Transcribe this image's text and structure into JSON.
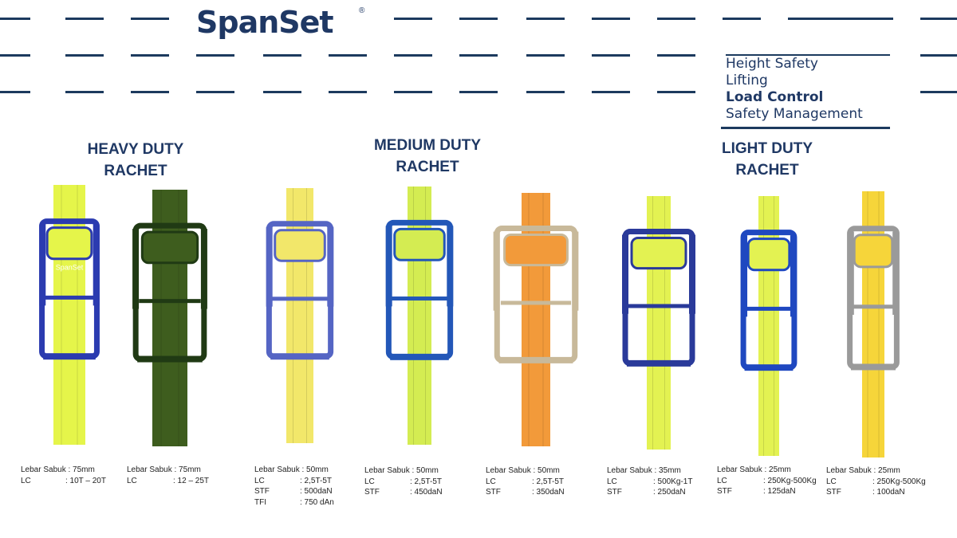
{
  "brand": {
    "name": "SpanSet",
    "registered": "®"
  },
  "nav": [
    "Height Safety",
    "Lifting",
    "Load Control",
    "Safety Management"
  ],
  "nav_active": "Load Control",
  "headings": [
    {
      "line1": "HEAVY DUTY",
      "line2": "RACHET"
    },
    {
      "line1": "MEDIUM DUTY",
      "line2": "RACHET"
    },
    {
      "line1": "LIGHT DUTY",
      "line2": "RACHET"
    }
  ],
  "products": [
    {
      "strap_color": "#e5f54a",
      "handle_color": "#2b3bb0",
      "brand_mark": "SpanSet",
      "specs": [
        {
          "label": "Lebar Sabuk : 75mm",
          "value": ""
        },
        {
          "label": "LC",
          "value": ": 10T – 20T"
        }
      ]
    },
    {
      "strap_color": "#3e5d1e",
      "handle_color": "#203a14",
      "specs": [
        {
          "label": "Lebar Sabuk : 75mm",
          "value": ""
        },
        {
          "label": "LC",
          "value": ": 12 – 25T"
        }
      ]
    },
    {
      "strap_color": "#f2e76a",
      "handle_color": "#5565c4",
      "specs": [
        {
          "label": "Lebar Sabuk : 50mm",
          "value": ""
        },
        {
          "label": "LC",
          "value": ": 2,5T-5T"
        },
        {
          "label": "STF",
          "value": ":  500daN"
        },
        {
          "label": "TFI",
          "value": ": 750 dAn"
        }
      ]
    },
    {
      "strap_color": "#d4ec52",
      "handle_color": "#2357b8",
      "specs": [
        {
          "label": "Lebar Sabuk : 50mm",
          "value": ""
        },
        {
          "label": "LC",
          "value": ": 2,5T-5T"
        },
        {
          "label": "STF",
          "value": ":  450daN"
        }
      ]
    },
    {
      "strap_color": "#f29a3a",
      "handle_color": "#c8b99a",
      "specs": [
        {
          "label": "Lebar Sabuk : 50mm",
          "value": ""
        },
        {
          "label": "LC",
          "value": ": 2,5T-5T"
        },
        {
          "label": "STF",
          "value": ":  350daN"
        }
      ]
    },
    {
      "strap_color": "#e3f252",
      "handle_color": "#2a3a9a",
      "specs": [
        {
          "label": "Lebar Sabuk : 35mm",
          "value": ""
        },
        {
          "label": "LC",
          "value": ": 500Kg-1T"
        },
        {
          "label": "STF",
          "value": ":  250daN"
        }
      ]
    },
    {
      "strap_color": "#e3f252",
      "handle_color": "#1f48c0",
      "specs": [
        {
          "label": "Lebar Sabuk : 25mm",
          "value": ""
        },
        {
          "label": "LC",
          "value": ": 250Kg-500Kg"
        },
        {
          "label": "STF",
          "value": ":  125daN"
        }
      ]
    },
    {
      "strap_color": "#f6d53a",
      "handle_color": "#9a9a9a",
      "specs": [
        {
          "label": "Lebar Sabuk : 25mm",
          "value": ""
        },
        {
          "label": "LC",
          "value": ": 250Kg-500Kg"
        },
        {
          "label": "STF",
          "value": ":  100daN"
        }
      ]
    }
  ],
  "colors": {
    "navy": "#1f3864",
    "dash": "#1c3a5e"
  }
}
